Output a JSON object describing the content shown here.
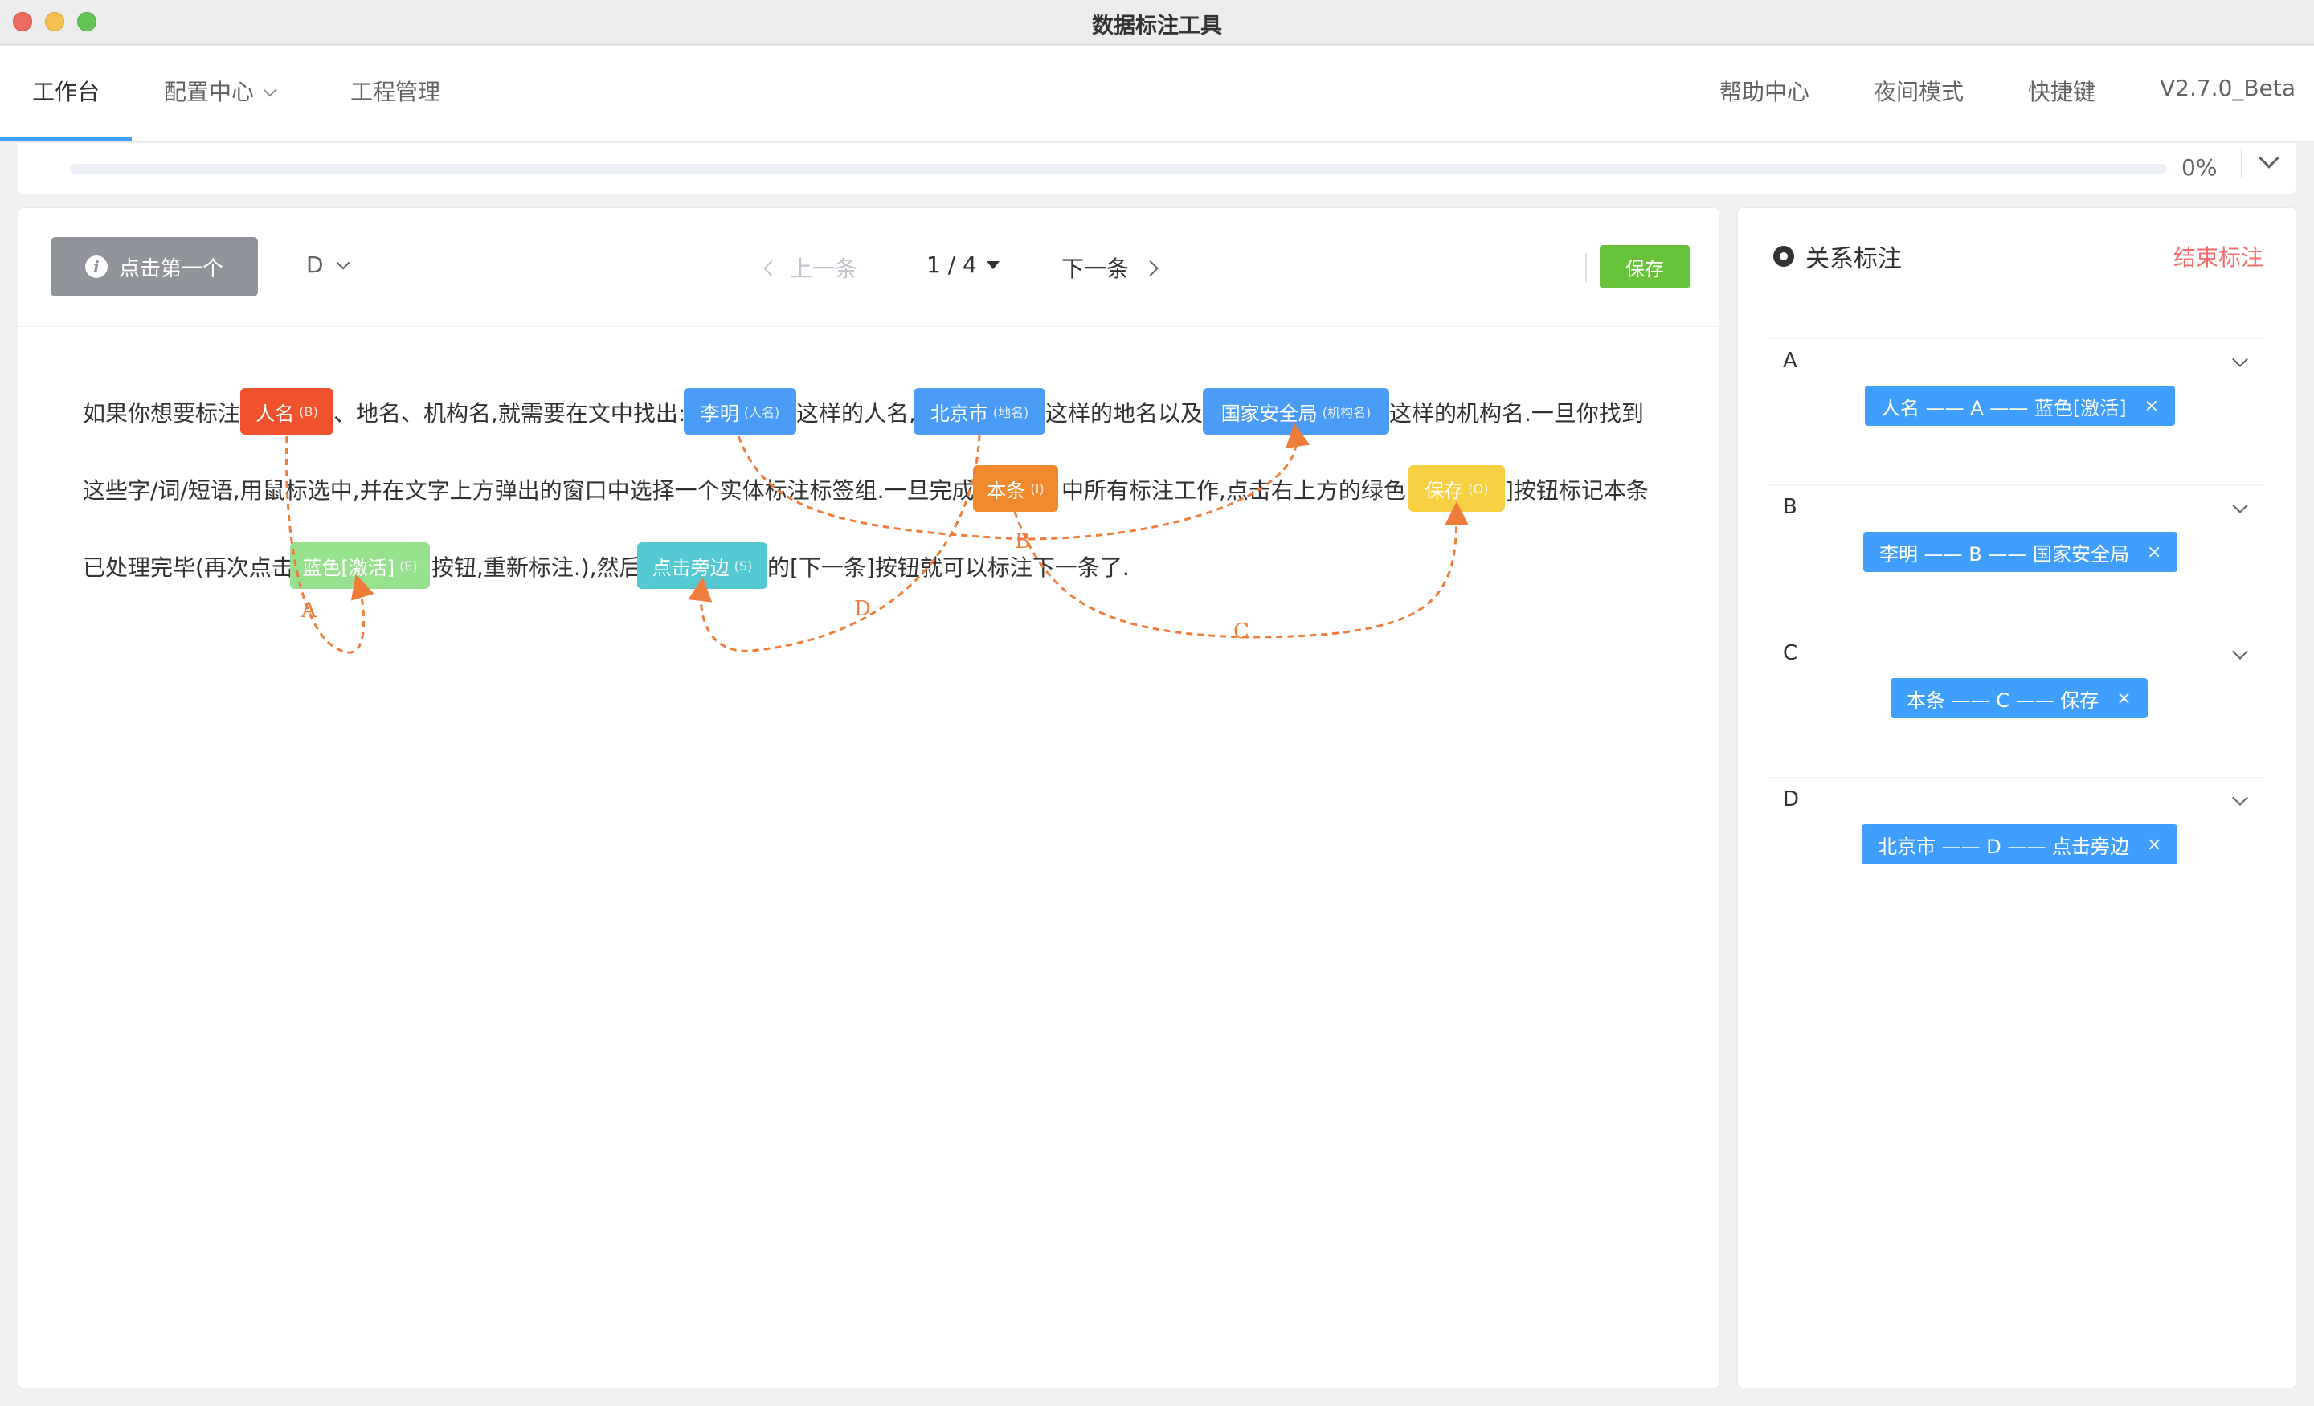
{
  "window": {
    "title": "数据标注工具"
  },
  "nav": {
    "workbench": "工作台",
    "config": "配置中心",
    "project": "工程管理",
    "help": "帮助中心",
    "night": "夜间模式",
    "shortcuts": "快捷键",
    "version": "V2.7.0_Beta"
  },
  "progress": {
    "value": 0,
    "text": "0%"
  },
  "toolbar": {
    "first_btn": "点击第一个",
    "select_value": "D",
    "prev": "上一条",
    "pager": "1 / 4",
    "next": "下一条",
    "save": "保存"
  },
  "document": {
    "line1": {
      "t1": "如果你想要标注",
      "t2": "、地名、机构名,就需要在文中找出:",
      "t3": "这样的人名,",
      "t4": "这样的地名以及",
      "t5": "这样的机构名.一旦你找到"
    },
    "line2": {
      "t1": "这些字/词/短语,用鼠标选中,并在文字上方弹出的窗口中选择一个实体标注标签组.一旦完成",
      "t2": "中所有标注工作,点击右上方的绿色[",
      "t3": "]按钮标记本条"
    },
    "line3": {
      "t1": "已处理完毕(再次点击",
      "t2": "按钮,重新标注.),然后",
      "t3": "的[下一条]按钮就可以标注下一条了."
    },
    "entities": [
      {
        "text": "人名",
        "tag": "(B)",
        "color": "#f0522d"
      },
      {
        "text": "李明",
        "tag": "(人名)",
        "color": "#4a9cf6"
      },
      {
        "text": "北京市",
        "tag": "(地名)",
        "color": "#4a9cf6"
      },
      {
        "text": "国家安全局",
        "tag": "(机构名)",
        "color": "#4a9cf6"
      },
      {
        "text": "本条",
        "tag": "(I)",
        "color": "#f08a2d"
      },
      {
        "text": "保存",
        "tag": "(O)",
        "color": "#f7cf42"
      },
      {
        "text": "蓝色[激活]",
        "tag": "(E)",
        "color": "#96e08e"
      },
      {
        "text": "点击旁边",
        "tag": "(S)",
        "color": "#55c9d2"
      }
    ],
    "relation_labels": [
      "A",
      "B",
      "C",
      "D"
    ]
  },
  "side": {
    "title": "关系标注",
    "end_btn": "结束标注",
    "groups": [
      {
        "key": "A",
        "relation": "人名 —— A —— 蓝色[激活]"
      },
      {
        "key": "B",
        "relation": "李明 —— B —— 国家安全局"
      },
      {
        "key": "C",
        "relation": "本条 —— C —— 保存"
      },
      {
        "key": "D",
        "relation": "北京市 —— D —— 点击旁边"
      }
    ]
  },
  "colors": {
    "accent": "#409eff",
    "save_green": "#67c23a",
    "arc": "#f07c3c",
    "danger": "#f56c6c"
  }
}
